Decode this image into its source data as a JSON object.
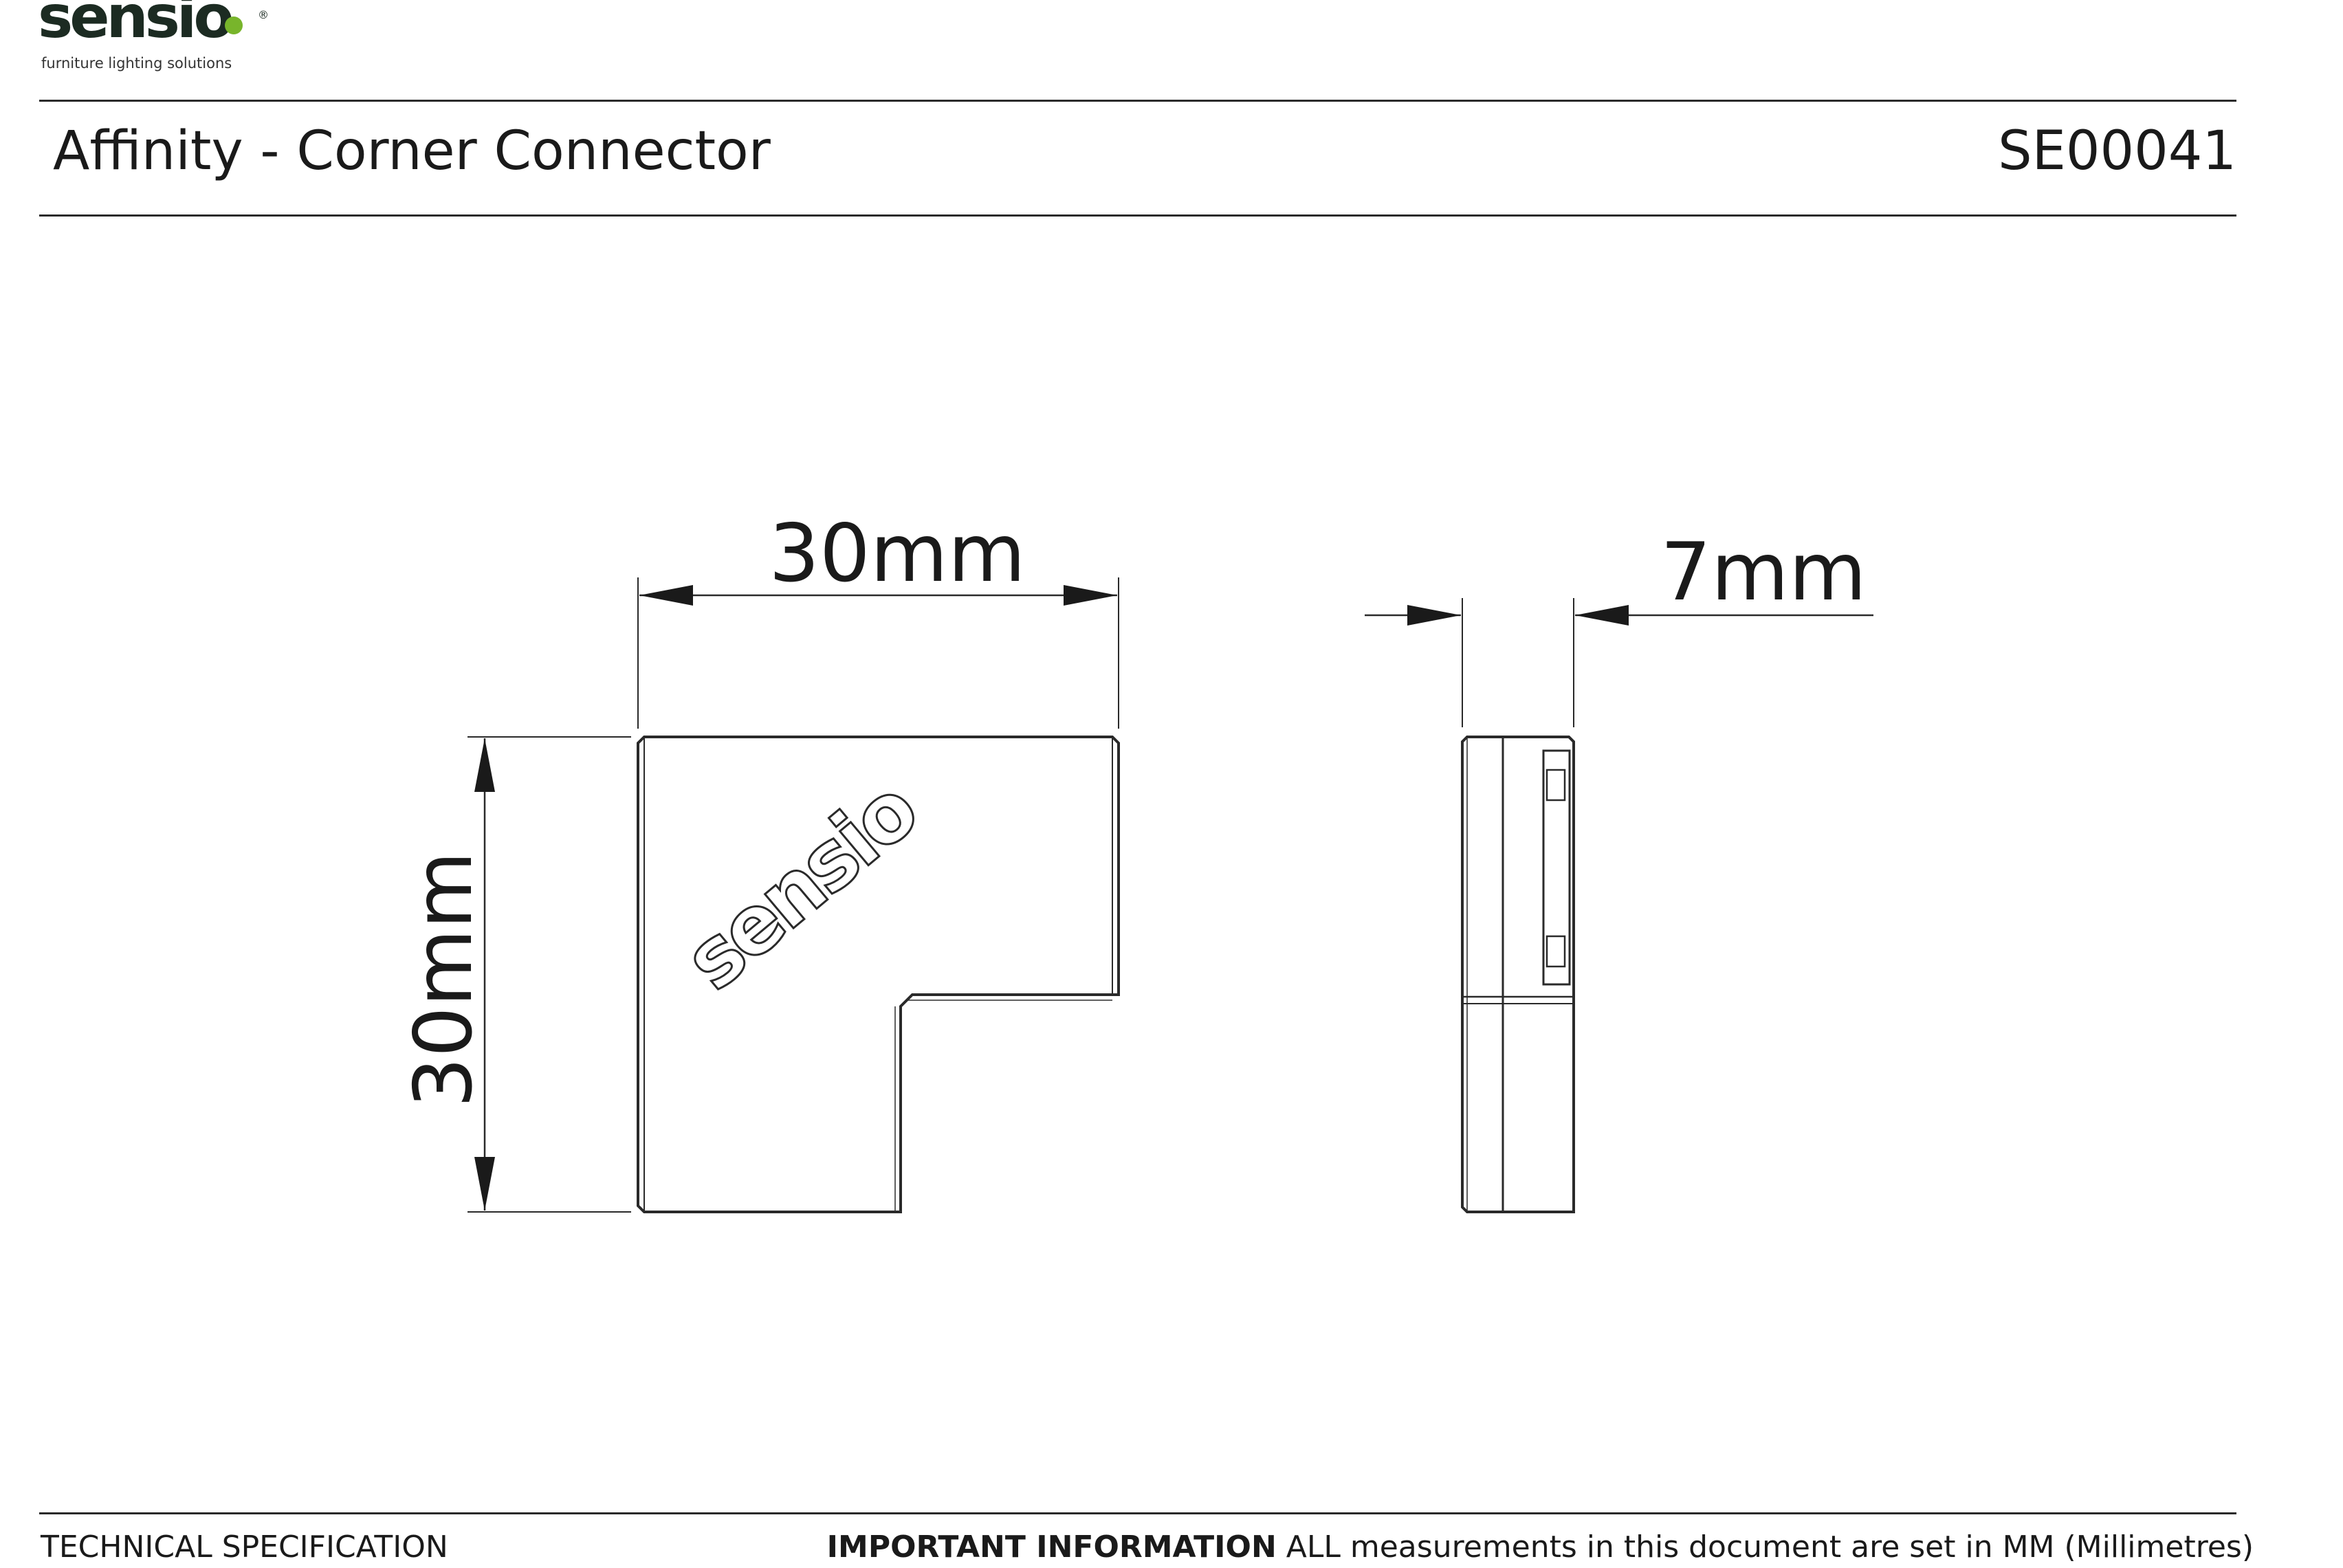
{
  "header": {
    "logo_text": "sensio",
    "logo_registered": "®",
    "logo_tagline": "furniture lighting solutions",
    "title": "Affinity - Corner Connector",
    "product_code": "SE00041"
  },
  "drawing": {
    "front_view": {
      "width_dimension": "30mm",
      "height_dimension": "30mm",
      "embossed_logo": "sensio"
    },
    "side_view": {
      "depth_dimension": "7mm"
    }
  },
  "footer": {
    "left_label": "TECHNICAL SPECIFICATION",
    "notice_heading": "IMPORTANT INFORMATION",
    "notice_text": "ALL measurements in this document are set in MM (Millimetres)"
  },
  "colors": {
    "line": "#2a2a2a",
    "brand_dark": "#1c2b22",
    "brand_green": "#78b52b"
  }
}
